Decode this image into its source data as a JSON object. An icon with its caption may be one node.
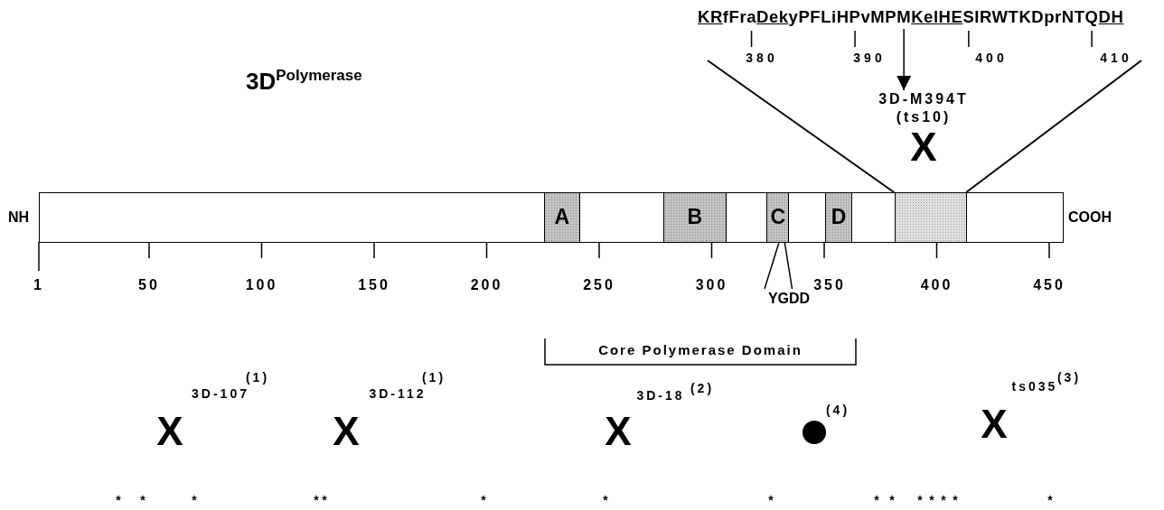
{
  "diagram": {
    "title": "3D$^{Polymerase}$",
    "nodes": [
      {
        "text": [],
        "shape": "bar",
        "beside": [
          "NH",
          "COOH"
        ]
      },
      {
        "text": [
          "A"
        ],
        "in": 0
      },
      {
        "text": [
          "B"
        ],
        "in": 0
      },
      {
        "text": [
          "C"
        ],
        "in": 0
      },
      {
        "text": [
          "D"
        ],
        "in": 0
      },
      {
        "text": [],
        "shape": "box",
        "in": 0
      },
      {
        "text": [
          "KRfFraDekyPFLiHPvMPMKelHESIRWTKDprNTQDH"
        ]
      },
      {
        "text": [
          "3D-M394T (ts10)"
        ]
      },
      {
        "text": [
          "YGDD"
        ]
      }
    ],
    "edges": [
      {
        "from": 6,
        "to": 7,
        "arrow": "to"
      },
      {
        "from": 3,
        "to": 8,
        "arrow": "none"
      },
      {
        "from": 3,
        "to": 8,
        "arrow": "none"
      }
    ],
    "labels": [
      "380",
      "390",
      "400",
      "410",
      "X",
      "1",
      "50",
      "100",
      "150",
      "200",
      "250",
      "300",
      "350",
      "400",
      "450",
      "Core Polymerase Domain",
      "X",
      "3D-107",
      "(1)",
      "X",
      "3D-112",
      "(1)",
      "X",
      "3D-18",
      "(2)",
      "(4)",
      "X",
      "ts035",
      "(3)",
      "*",
      "*",
      "*",
      "*",
      "*",
      "*",
      "*",
      "*",
      "*",
      "*",
      "*",
      "*",
      "*",
      "*",
      "*"
    ]
  }
}
